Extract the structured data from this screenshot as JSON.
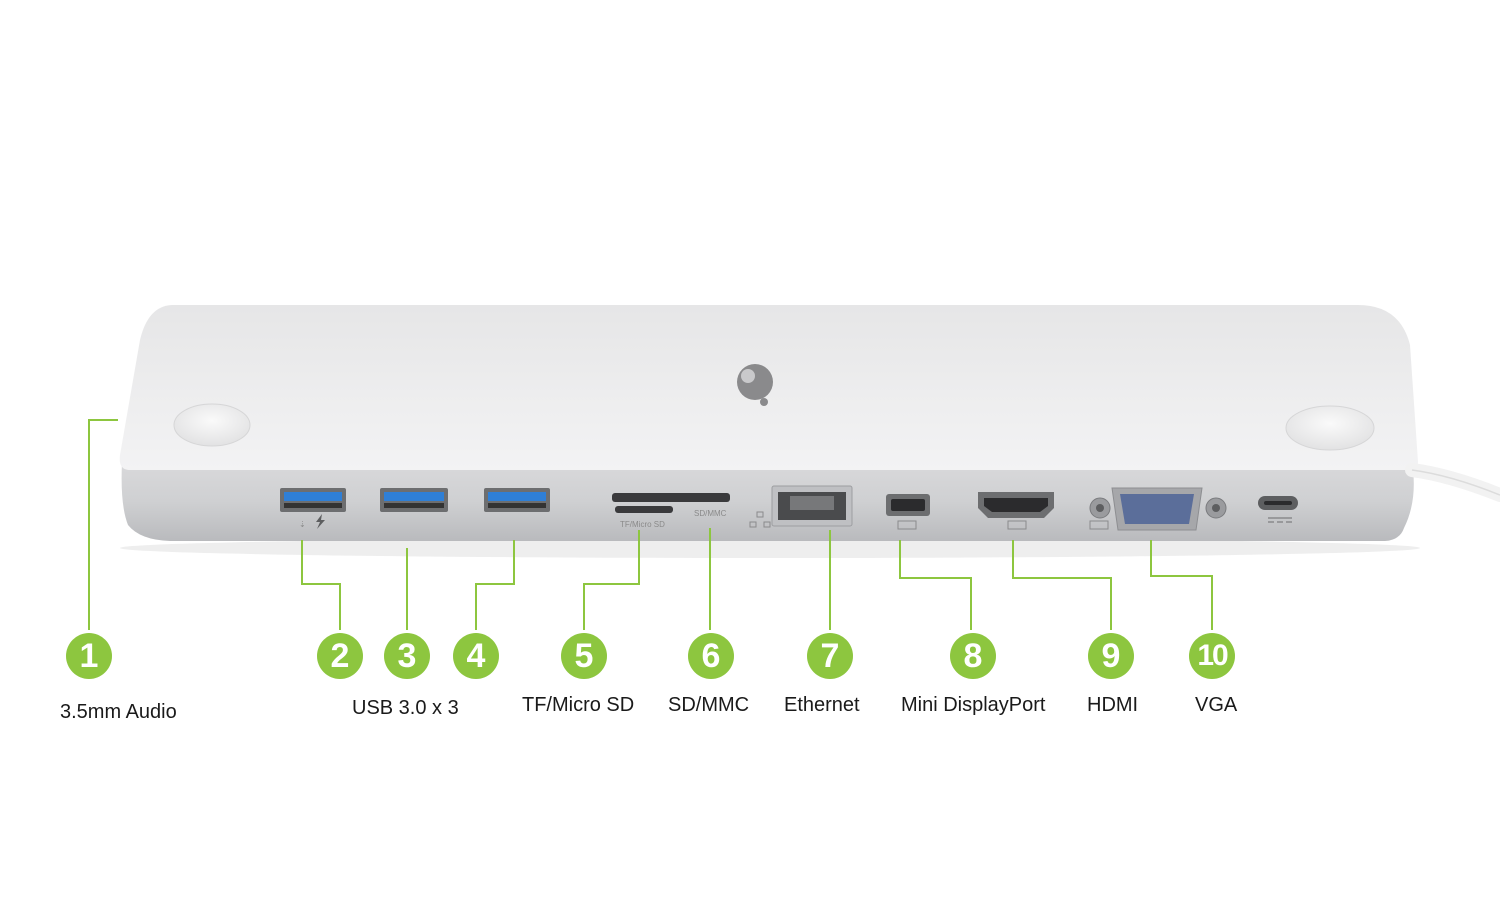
{
  "product": {
    "body_color": "#e9e9ea",
    "port_color_usb": "#2f7fd6",
    "accent_color": "#8dc63f",
    "port_markings": {
      "tf_micro_sd": "TF/Micro SD",
      "sd_mmc": "SD/MMC"
    }
  },
  "callouts": [
    {
      "number": "1",
      "label": "3.5mm Audio"
    },
    {
      "number": "2",
      "label": ""
    },
    {
      "number": "3",
      "label": "USB 3.0 x 3"
    },
    {
      "number": "4",
      "label": ""
    },
    {
      "number": "5",
      "label": "TF/Micro SD"
    },
    {
      "number": "6",
      "label": "SD/MMC"
    },
    {
      "number": "7",
      "label": "Ethernet"
    },
    {
      "number": "8",
      "label": "Mini DisplayPort"
    },
    {
      "number": "9",
      "label": "HDMI"
    },
    {
      "number": "10",
      "label": "VGA"
    }
  ]
}
